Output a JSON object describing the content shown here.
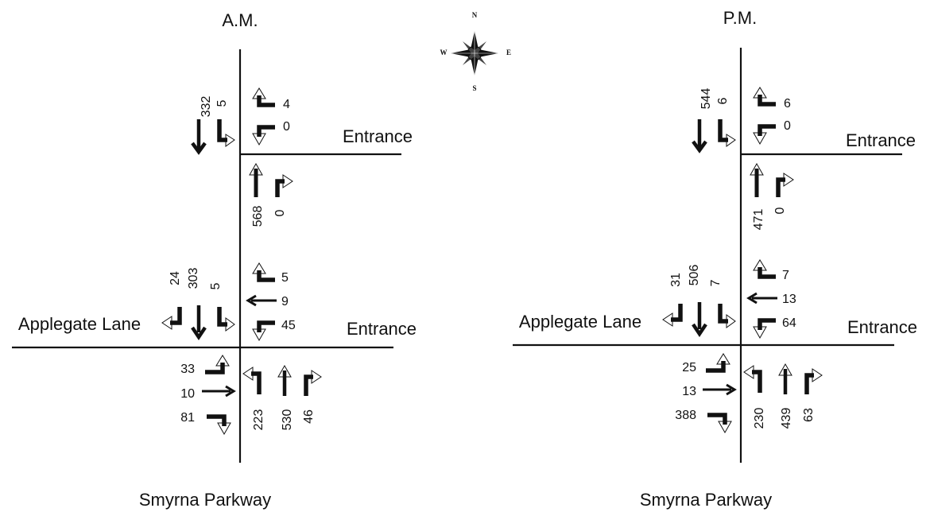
{
  "compass": {
    "north": "N",
    "south": "S",
    "east": "E",
    "west": "W"
  },
  "panels": [
    {
      "period": "A.M.",
      "street_label": "Smyrna Parkway",
      "north_entrance": {
        "label": "Entrance",
        "sb_through": "332",
        "sb_left": "5",
        "wb_right": "4",
        "wb_left": "0",
        "nb_through": "568",
        "nb_right": "0"
      },
      "south_intersection": {
        "west_label": "Applegate Lane",
        "east_label": "Entrance",
        "sb_right": "24",
        "sb_through": "303",
        "sb_left": "5",
        "wb_right": "5",
        "wb_through": "9",
        "wb_left": "45",
        "eb_left": "33",
        "eb_through": "10",
        "eb_right": "81",
        "nb_left": "223",
        "nb_through": "530",
        "nb_right": "46"
      }
    },
    {
      "period": "P.M.",
      "street_label": "Smyrna Parkway",
      "north_entrance": {
        "label": "Entrance",
        "sb_through": "544",
        "sb_left": "6",
        "wb_right": "6",
        "wb_left": "0",
        "nb_through": "471",
        "nb_right": "0"
      },
      "south_intersection": {
        "west_label": "Applegate Lane",
        "east_label": "Entrance",
        "sb_right": "31",
        "sb_through": "506",
        "sb_left": "7",
        "wb_right": "7",
        "wb_through": "13",
        "wb_left": "64",
        "eb_left": "25",
        "eb_through": "13",
        "eb_right": "388",
        "nb_left": "230",
        "nb_through": "439",
        "nb_right": "63"
      }
    }
  ]
}
